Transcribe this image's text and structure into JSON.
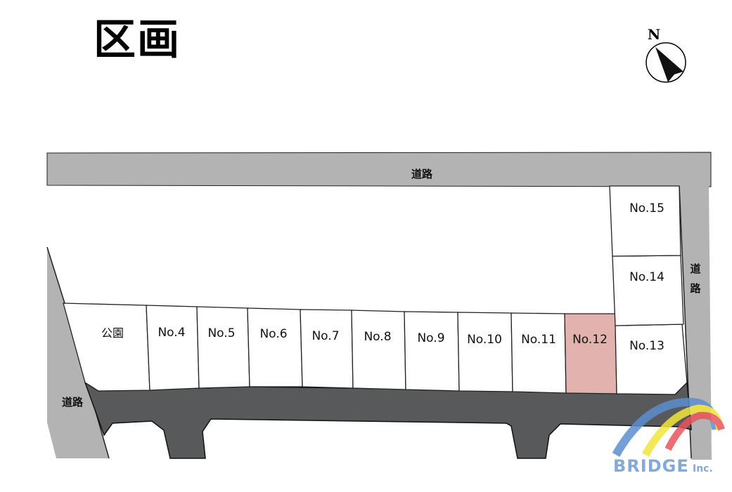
{
  "title": "区画",
  "compass": {
    "label": "N"
  },
  "roads": {
    "top": "道路",
    "left": "道路",
    "right_1": "道",
    "right_2": "路"
  },
  "lots": [
    {
      "label": "公園",
      "highlighted": false
    },
    {
      "label": "No.4",
      "highlighted": false
    },
    {
      "label": "No.5",
      "highlighted": false
    },
    {
      "label": "No.6",
      "highlighted": false
    },
    {
      "label": "No.7",
      "highlighted": false
    },
    {
      "label": "No.8",
      "highlighted": false
    },
    {
      "label": "No.9",
      "highlighted": false
    },
    {
      "label": "No.10",
      "highlighted": false
    },
    {
      "label": "No.11",
      "highlighted": false
    },
    {
      "label": "No.12",
      "highlighted": true
    },
    {
      "label": "No.13",
      "highlighted": false
    },
    {
      "label": "No.14",
      "highlighted": false
    },
    {
      "label": "No.15",
      "highlighted": false
    }
  ],
  "logo": {
    "text": "BRIDGE",
    "suffix": "Inc."
  },
  "colors": {
    "road": "#b3b3b3",
    "private_road": "#58595b",
    "highlight": "#e2b2ae",
    "logo_blue": "#6f9bd1"
  }
}
